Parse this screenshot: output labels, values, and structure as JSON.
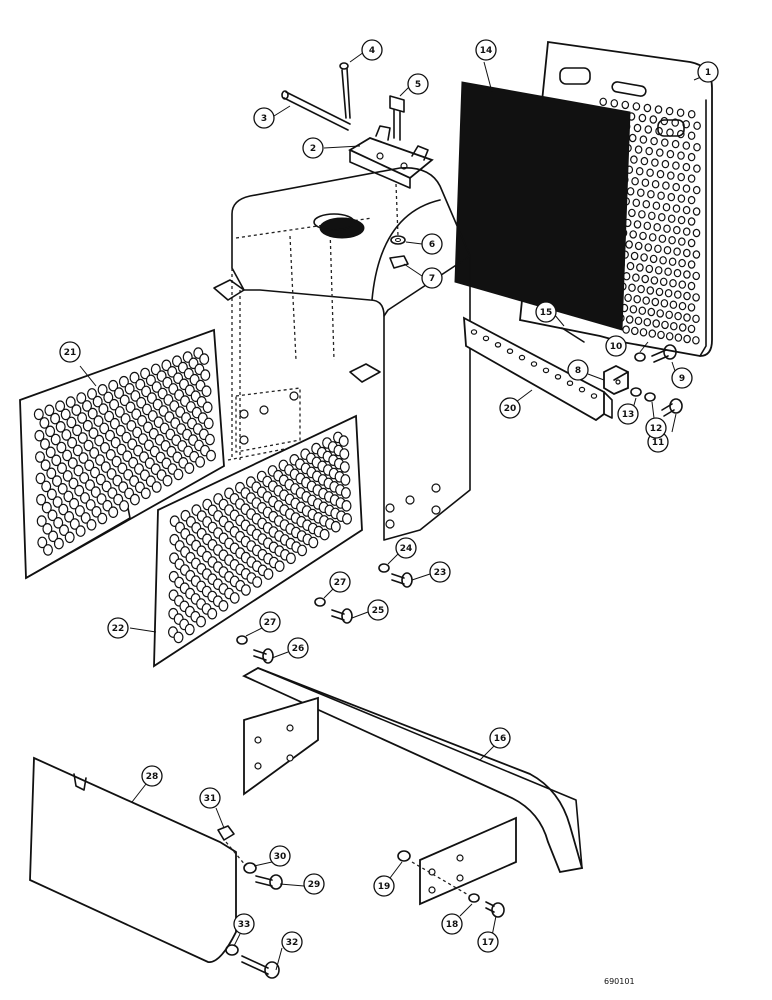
{
  "callouts": [
    {
      "label": "1"
    },
    {
      "label": "2"
    },
    {
      "label": "3"
    },
    {
      "label": "4"
    },
    {
      "label": "5"
    },
    {
      "label": "6"
    },
    {
      "label": "7"
    },
    {
      "label": "8"
    },
    {
      "label": "9"
    },
    {
      "label": "10"
    },
    {
      "label": "11"
    },
    {
      "label": "12"
    },
    {
      "label": "13"
    },
    {
      "label": "14"
    },
    {
      "label": "15"
    },
    {
      "label": "16"
    },
    {
      "label": "17"
    },
    {
      "label": "18"
    },
    {
      "label": "19"
    },
    {
      "label": "20"
    },
    {
      "label": "21"
    },
    {
      "label": "22"
    },
    {
      "label": "23"
    },
    {
      "label": "24"
    },
    {
      "label": "25"
    },
    {
      "label": "26"
    },
    {
      "label": "27"
    },
    {
      "label": "27"
    },
    {
      "label": "28"
    },
    {
      "label": "29"
    },
    {
      "label": "30"
    },
    {
      "label": "31"
    },
    {
      "label": "32"
    },
    {
      "label": "33"
    }
  ],
  "figure_id": "690101"
}
